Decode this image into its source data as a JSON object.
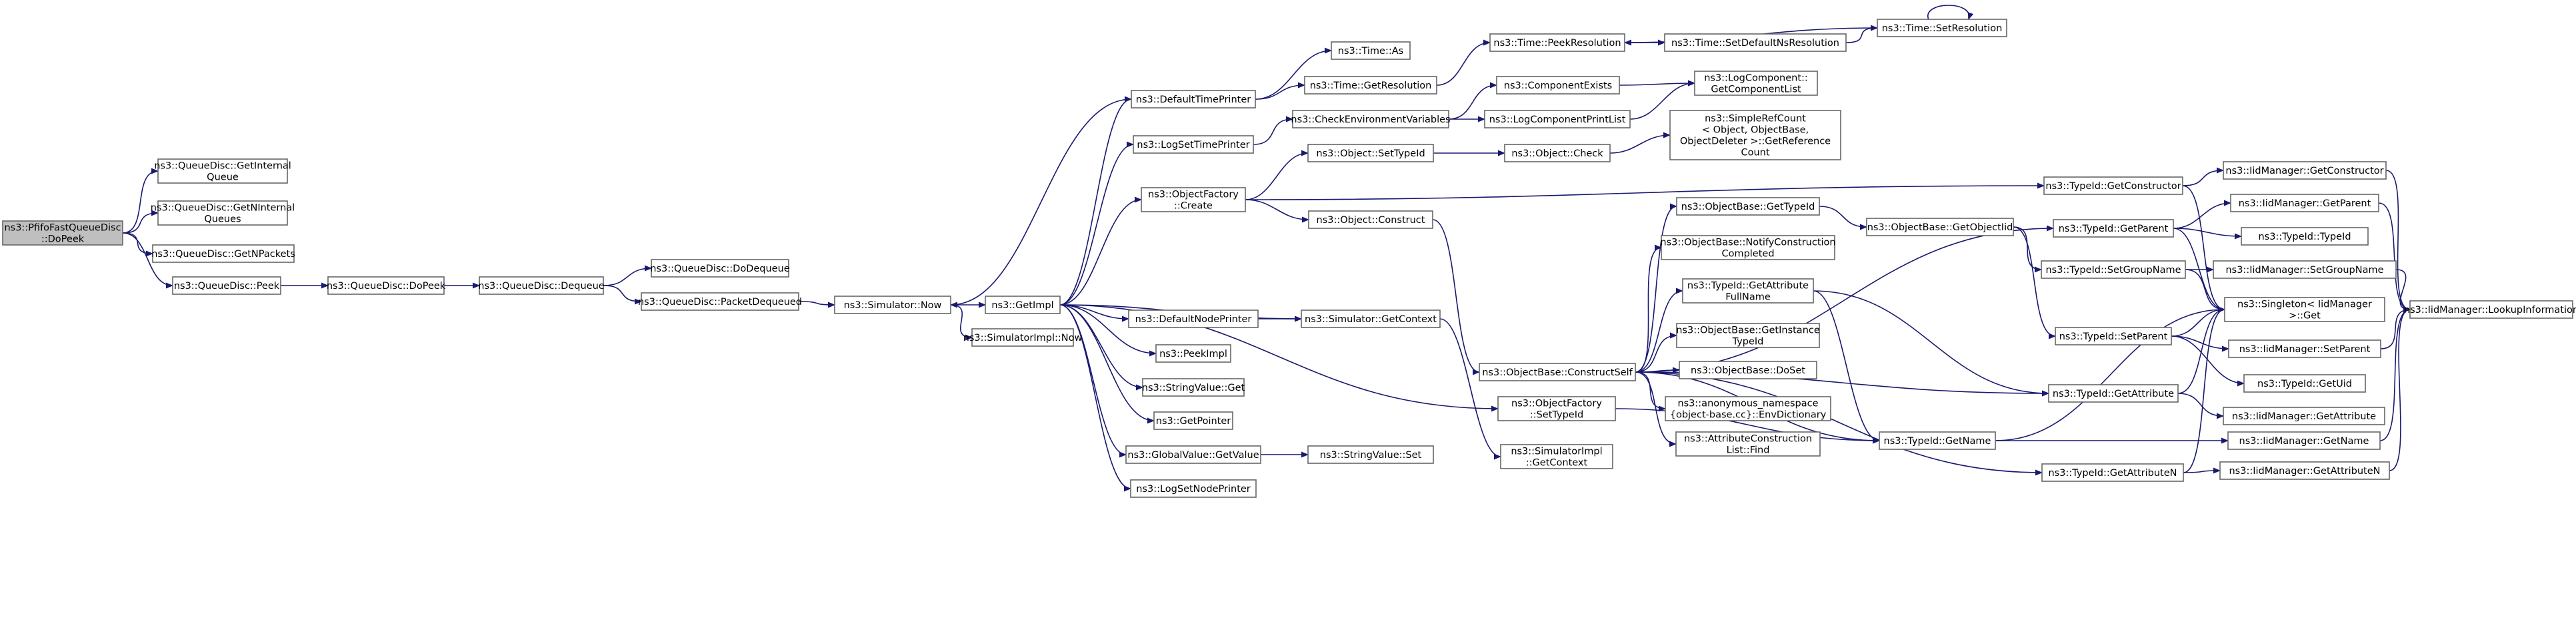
{
  "diagram": {
    "type": "call-graph",
    "root": "ppfifo_dopeek",
    "nodes": [
      {
        "id": "ppfifo_dopeek",
        "lines": [
          "ns3::PfifoFastQueueDisc",
          "::DoPeek"
        ]
      },
      {
        "id": "qd_getinternalqueue",
        "lines": [
          "ns3::QueueDisc::GetInternal",
          "Queue"
        ]
      },
      {
        "id": "qd_getninternalqueues",
        "lines": [
          "ns3::QueueDisc::GetNInternal",
          "Queues"
        ]
      },
      {
        "id": "qd_getnpackets",
        "lines": [
          "ns3::QueueDisc::GetNPackets"
        ]
      },
      {
        "id": "qd_peek",
        "lines": [
          "ns3::QueueDisc::Peek"
        ]
      },
      {
        "id": "qd_dopeek",
        "lines": [
          "ns3::QueueDisc::DoPeek"
        ]
      },
      {
        "id": "qd_dequeue",
        "lines": [
          "ns3::QueueDisc::Dequeue"
        ]
      },
      {
        "id": "qd_dodequeue",
        "lines": [
          "ns3::QueueDisc::DoDequeue"
        ]
      },
      {
        "id": "qd_packetdequeued",
        "lines": [
          "ns3::QueueDisc::PacketDequeued"
        ]
      },
      {
        "id": "sim_now",
        "lines": [
          "ns3::Simulator::Now"
        ]
      },
      {
        "id": "getimpl",
        "lines": [
          "ns3::GetImpl"
        ]
      },
      {
        "id": "simimpl_now",
        "lines": [
          "ns3::SimulatorImpl::Now"
        ]
      },
      {
        "id": "defaulttimeprinter",
        "lines": [
          "ns3::DefaultTimePrinter"
        ]
      },
      {
        "id": "logsettimeprinter",
        "lines": [
          "ns3::LogSetTimePrinter"
        ]
      },
      {
        "id": "objfactory_create",
        "lines": [
          "ns3::ObjectFactory",
          "::Create"
        ]
      },
      {
        "id": "defaultnodeprinter",
        "lines": [
          "ns3::DefaultNodePrinter"
        ]
      },
      {
        "id": "peekimpl",
        "lines": [
          "ns3::PeekImpl"
        ]
      },
      {
        "id": "stringvalue_get",
        "lines": [
          "ns3::StringValue::Get"
        ]
      },
      {
        "id": "getpointer",
        "lines": [
          "ns3::GetPointer"
        ]
      },
      {
        "id": "globalvalue_getvalue",
        "lines": [
          "ns3::GlobalValue::GetValue"
        ]
      },
      {
        "id": "logsetnodeprinter",
        "lines": [
          "ns3::LogSetNodePrinter"
        ]
      },
      {
        "id": "time_as",
        "lines": [
          "ns3::Time::As"
        ]
      },
      {
        "id": "time_getresolution",
        "lines": [
          "ns3::Time::GetResolution"
        ]
      },
      {
        "id": "checkenvvars",
        "lines": [
          "ns3::CheckEnvironmentVariables"
        ]
      },
      {
        "id": "object_settypeid",
        "lines": [
          "ns3::Object::SetTypeId"
        ]
      },
      {
        "id": "object_construct",
        "lines": [
          "ns3::Object::Construct"
        ]
      },
      {
        "id": "sim_getcontext",
        "lines": [
          "ns3::Simulator::GetContext"
        ]
      },
      {
        "id": "stringvalue_set",
        "lines": [
          "ns3::StringValue::Set"
        ]
      },
      {
        "id": "time_peekresolution",
        "lines": [
          "ns3::Time::PeekResolution"
        ]
      },
      {
        "id": "componentexists",
        "lines": [
          "ns3::ComponentExists"
        ]
      },
      {
        "id": "logcomponentprintlist",
        "lines": [
          "ns3::LogComponentPrintList"
        ]
      },
      {
        "id": "object_check",
        "lines": [
          "ns3::Object::Check"
        ]
      },
      {
        "id": "objbase_constructself",
        "lines": [
          "ns3::ObjectBase::ConstructSelf"
        ]
      },
      {
        "id": "objfactory_settypeid",
        "lines": [
          "ns3::ObjectFactory",
          "::SetTypeId"
        ]
      },
      {
        "id": "simimpl_getcontext",
        "lines": [
          "ns3::SimulatorImpl",
          "::GetContext"
        ]
      },
      {
        "id": "time_setdefaultnsres",
        "lines": [
          "ns3::Time::SetDefaultNsResolution"
        ]
      },
      {
        "id": "time_setresolution",
        "lines": [
          "ns3::Time::SetResolution"
        ]
      },
      {
        "id": "logcomp_getcomplist",
        "lines": [
          "ns3::LogComponent::",
          "GetComponentList"
        ]
      },
      {
        "id": "simplerefcount",
        "lines": [
          "ns3::SimpleRefCount",
          "< Object, ObjectBase,",
          "ObjectDeleter >::GetReference",
          "Count"
        ]
      },
      {
        "id": "objbase_gettypeid",
        "lines": [
          "ns3::ObjectBase::GetTypeId"
        ]
      },
      {
        "id": "objbase_notifyconstruction",
        "lines": [
          "ns3::ObjectBase::NotifyConstruction",
          "Completed"
        ]
      },
      {
        "id": "typeid_getattrfullname",
        "lines": [
          "ns3::TypeId::GetAttribute",
          "FullName"
        ]
      },
      {
        "id": "objbase_getinstancetypeid",
        "lines": [
          "ns3::ObjectBase::GetInstance",
          "TypeId"
        ]
      },
      {
        "id": "objbase_doset",
        "lines": [
          "ns3::ObjectBase::DoSet"
        ]
      },
      {
        "id": "anon_envdictionary",
        "lines": [
          "ns3::anonymous_namespace",
          "{object-base.cc}::EnvDictionary"
        ]
      },
      {
        "id": "attrconstruction_find",
        "lines": [
          "ns3::AttributeConstruction",
          "List::Find"
        ]
      },
      {
        "id": "objbase_getobjectiid",
        "lines": [
          "ns3::ObjectBase::GetObjectIid"
        ]
      },
      {
        "id": "typeid_getconstructor",
        "lines": [
          "ns3::TypeId::GetConstructor"
        ]
      },
      {
        "id": "typeid_getparent",
        "lines": [
          "ns3::TypeId::GetParent"
        ]
      },
      {
        "id": "typeid_setgroupname",
        "lines": [
          "ns3::TypeId::SetGroupName"
        ]
      },
      {
        "id": "typeid_setparent",
        "lines": [
          "ns3::TypeId::SetParent"
        ]
      },
      {
        "id": "typeid_getattribute",
        "lines": [
          "ns3::TypeId::GetAttribute"
        ]
      },
      {
        "id": "typeid_getname",
        "lines": [
          "ns3::TypeId::GetName"
        ]
      },
      {
        "id": "typeid_getattributen",
        "lines": [
          "ns3::TypeId::GetAttributeN"
        ]
      },
      {
        "id": "iidm_getconstructor",
        "lines": [
          "ns3::IidManager::GetConstructor"
        ]
      },
      {
        "id": "iidm_getparent",
        "lines": [
          "ns3::IidManager::GetParent"
        ]
      },
      {
        "id": "typeid_typeid",
        "lines": [
          "ns3::TypeId::TypeId"
        ]
      },
      {
        "id": "iidm_setgroupname",
        "lines": [
          "ns3::IidManager::SetGroupName"
        ]
      },
      {
        "id": "singleton_get",
        "lines": [
          "ns3::Singleton< IidManager",
          ">::Get"
        ]
      },
      {
        "id": "iidm_setparent",
        "lines": [
          "ns3::IidManager::SetParent"
        ]
      },
      {
        "id": "typeid_getuid",
        "lines": [
          "ns3::TypeId::GetUid"
        ]
      },
      {
        "id": "iidm_getattribute",
        "lines": [
          "ns3::IidManager::GetAttribute"
        ]
      },
      {
        "id": "iidm_getname",
        "lines": [
          "ns3::IidManager::GetName"
        ]
      },
      {
        "id": "iidm_getattributen",
        "lines": [
          "ns3::IidManager::GetAttributeN"
        ]
      },
      {
        "id": "iidm_lookupinformation",
        "lines": [
          "ns3::IidManager::LookupInformation"
        ]
      }
    ]
  }
}
